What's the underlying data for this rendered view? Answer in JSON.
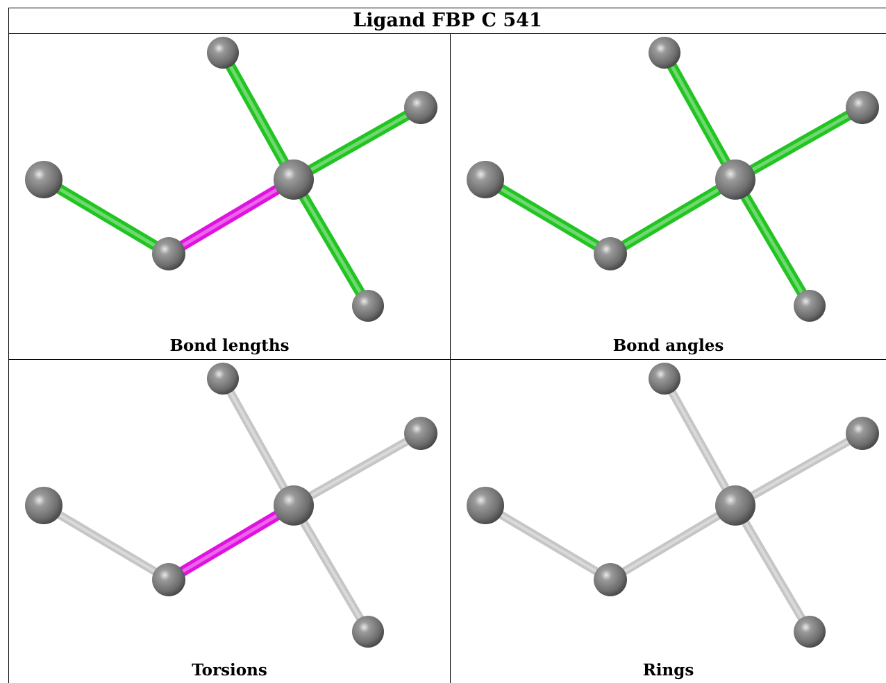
{
  "title": "Ligand FBP C 541",
  "colors": {
    "atom": "#6e6e6e",
    "atom_highlight": "#e9e9e9",
    "bond_green": "#22c422",
    "bond_magenta": "#e012e0",
    "bond_grey": "#c6c6c6"
  },
  "panels": [
    {
      "caption": "Bond lengths",
      "bonds": [
        "green",
        "magenta",
        "green",
        "green",
        "green"
      ]
    },
    {
      "caption": "Bond angles",
      "bonds": [
        "green",
        "green",
        "green",
        "green",
        "green"
      ]
    },
    {
      "caption": "Torsions",
      "bonds": [
        "grey",
        "magenta",
        "grey",
        "grey",
        "grey"
      ]
    },
    {
      "caption": "Rings",
      "bonds": [
        "grey",
        "grey",
        "grey",
        "grey",
        "grey"
      ]
    }
  ]
}
